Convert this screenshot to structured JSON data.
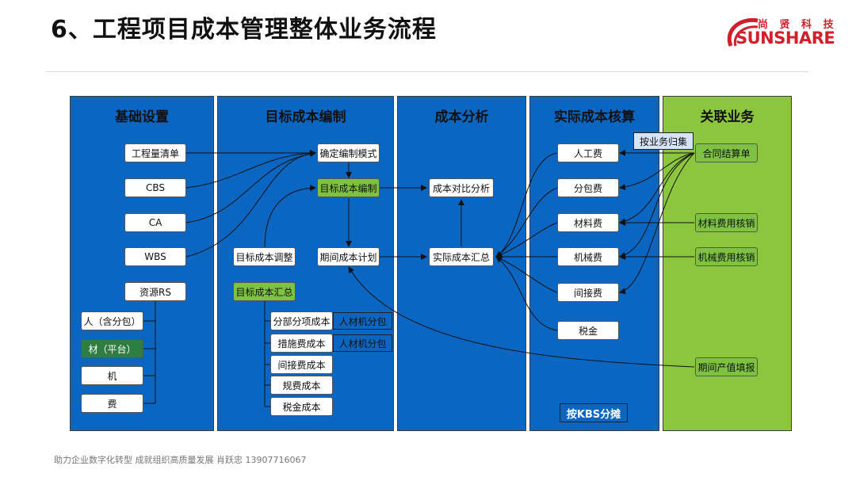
{
  "title": "6、工程项目成本管理整体业务流程",
  "logo": {
    "cn": "尚 贤 科 技",
    "en": "SUNSHARE"
  },
  "footer": "助力企业数字化转型 成就组织高质量发展 肖跃忠 13907716067",
  "columns": [
    {
      "title": "基础设置"
    },
    {
      "title": "目标成本编制"
    },
    {
      "title": "成本分析"
    },
    {
      "title": "实际成本核算"
    },
    {
      "title": "关联业务"
    }
  ],
  "basic": {
    "quantity_list": "工程量清单",
    "cbs": "CBS",
    "ca": "CA",
    "wbs": "WBS",
    "resource": "资源RS",
    "labor": "人（含分包）",
    "material": "材（平台）",
    "machine": "机",
    "fee": "费"
  },
  "target": {
    "mode": "确定编制模式",
    "compile": "目标成本编制",
    "adjust": "目标成本调整",
    "plan": "期间成本计划",
    "summary": "目标成本汇总",
    "items": [
      "分部分项成本",
      "措施费成本",
      "间接费成本",
      "规费成本",
      "税金成本"
    ],
    "tag1": "人材机分包",
    "tag2": "人材机分包"
  },
  "analysis": {
    "compare": "成本对比分析",
    "actual_summary": "实际成本汇总"
  },
  "actual": {
    "items": [
      "人工费",
      "分包费",
      "材料费",
      "机械费",
      "间接费",
      "税金"
    ],
    "kbs": "按KBS分摊",
    "biz_collect": "按业务归集"
  },
  "related": {
    "contract": "合同结算单",
    "material_write_off": "材料费用核销",
    "machine_write_off": "机械费用核销",
    "period_output": "期间产值填报"
  },
  "colors": {
    "blue": "#0b66c2",
    "green": "#8cc63f",
    "dark_green": "#2e7d43"
  }
}
